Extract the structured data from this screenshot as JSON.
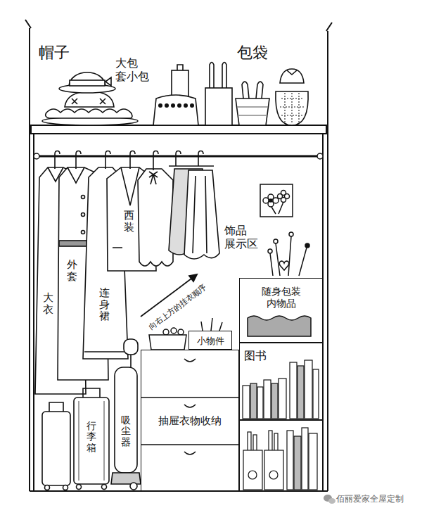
{
  "diagram": {
    "nodes": [
      {
        "text": [
          "随身包装 内物品"
        ]
      },
      {
        "text": [
          "小物件"
        ]
      },
      {
        "text": [
          "图书"
        ]
      },
      {
        "text": [
          "抽屉衣物收纳"
        ]
      }
    ],
    "labels": [
      "帽子",
      "大包 套小包",
      "包袋",
      "西装",
      "饰品 展示区",
      "外套",
      "连身裙",
      "大衣",
      "向右上方的挂衣顺序",
      "吸尘器",
      "行李箱",
      "佰丽爱家全屋定制"
    ]
  }
}
